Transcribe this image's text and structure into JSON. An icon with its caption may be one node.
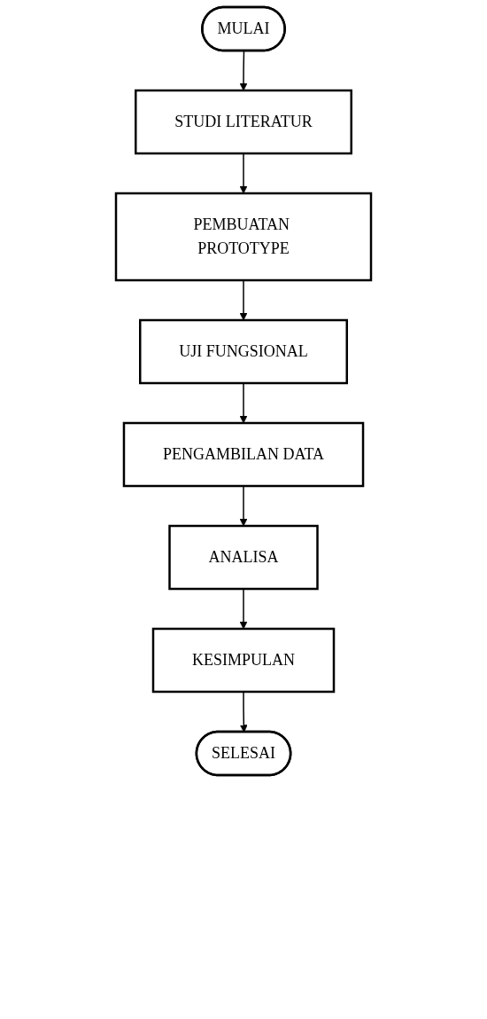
{
  "diagram": {
    "nodes": [
      {
        "text": [
          "MULAI"
        ]
      },
      {
        "text": [
          "STUDI LITERATUR"
        ]
      },
      {
        "text": [
          "PEMBUATAN PROTOTYPE"
        ]
      },
      {
        "text": [
          "UJI FUNGSIONAL"
        ]
      },
      {
        "text": [
          "PENGAMBILAN DATA"
        ]
      },
      {
        "text": [
          "ANALISA"
        ]
      },
      {
        "text": [
          "KESIMPULAN"
        ]
      },
      {
        "text": [
          "SELESAI"
        ]
      }
    ],
    "edges": [
      {
        "from": 0,
        "to": 1,
        "arrow": "to"
      },
      {
        "from": 1,
        "to": 2,
        "arrow": "to"
      },
      {
        "from": 2,
        "to": 3,
        "arrow": "to"
      },
      {
        "from": 3,
        "to": 4,
        "arrow": "to"
      },
      {
        "from": 4,
        "to": 5,
        "arrow": "to"
      },
      {
        "from": 5,
        "to": 6,
        "arrow": "to"
      },
      {
        "from": 6,
        "to": 7,
        "arrow": "to"
      }
    ]
  }
}
